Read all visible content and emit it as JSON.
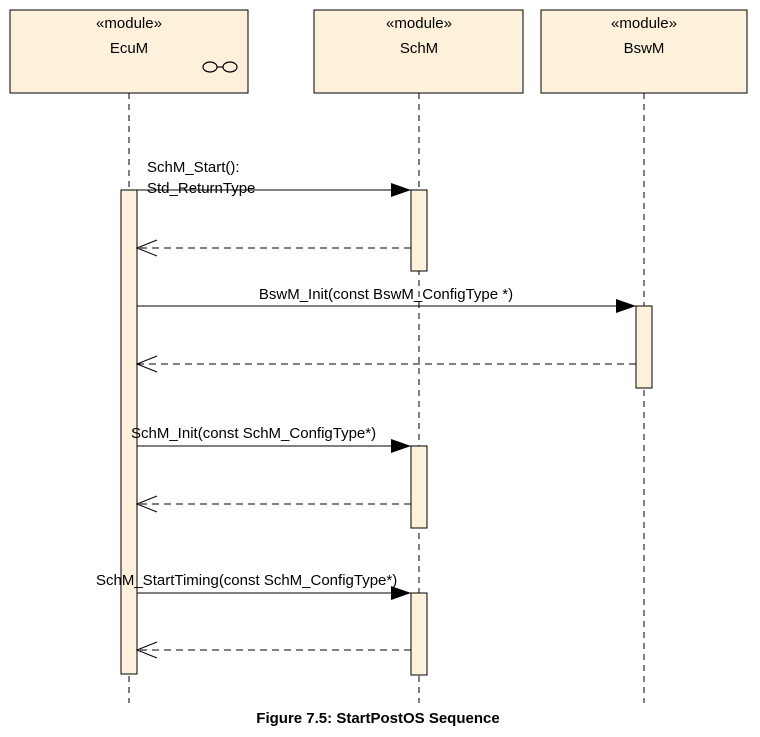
{
  "lifelines": [
    {
      "stereotype": "«module»",
      "name": "EcuM"
    },
    {
      "stereotype": "«module»",
      "name": "SchM"
    },
    {
      "stereotype": "«module»",
      "name": "BswM"
    }
  ],
  "messages": {
    "schm_start_line1": "SchM_Start():",
    "schm_start_line2": "Std_ReturnType",
    "bswm_init": "BswM_Init(const BswM_ConfigType *)",
    "schm_init": "SchM_Init(const SchM_ConfigType*)",
    "schm_start_timing": "SchM_StartTiming(const SchM_ConfigType*)"
  },
  "caption": "Figure 7.5: StartPostOS Sequence",
  "colors": {
    "box_fill": "#fdf1dc",
    "line": "#000000"
  }
}
